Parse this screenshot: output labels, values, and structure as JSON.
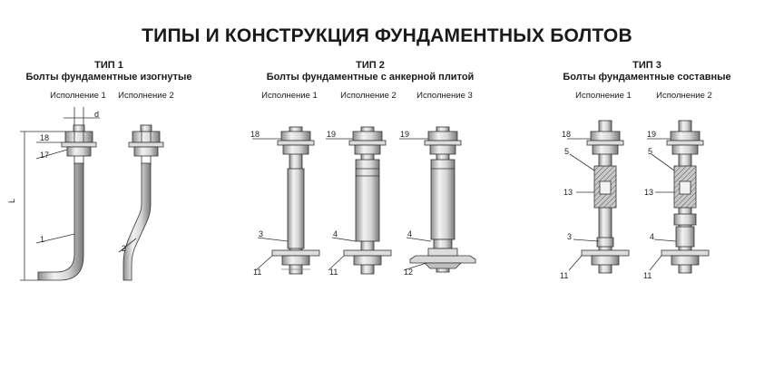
{
  "title": "ТИПЫ И КОНСТРУКЦИЯ ФУНДАМЕНТНЫХ БОЛТОВ",
  "types": [
    {
      "name": "ТИП 1",
      "caption": "Болты фундаментные изогнутые",
      "variants": [
        "Исполнение 1",
        "Исполнение 2"
      ]
    },
    {
      "name": "ТИП 2",
      "caption": "Болты фундаментные с анкерной плитой",
      "variants": [
        "Исполнение 1",
        "Исполнение 2",
        "Исполнение 3"
      ]
    },
    {
      "name": "ТИП 3",
      "caption": "Болты фундаментные составные",
      "variants": [
        "Исполнение 1",
        "Исполнение 2"
      ]
    }
  ],
  "dimensions": {
    "diameter": "d",
    "length": "L"
  },
  "callouts": {
    "t1v1": [
      "18",
      "17",
      "1"
    ],
    "t1v2": [
      "2"
    ],
    "t2v1": [
      "18",
      "3",
      "11"
    ],
    "t2v2": [
      "19",
      "4",
      "11"
    ],
    "t2v3": [
      "19",
      "4",
      "12"
    ],
    "t3v1": [
      "18",
      "5",
      "13",
      "3",
      "11"
    ],
    "t3v2": [
      "19",
      "5",
      "13",
      "4",
      "11"
    ]
  }
}
